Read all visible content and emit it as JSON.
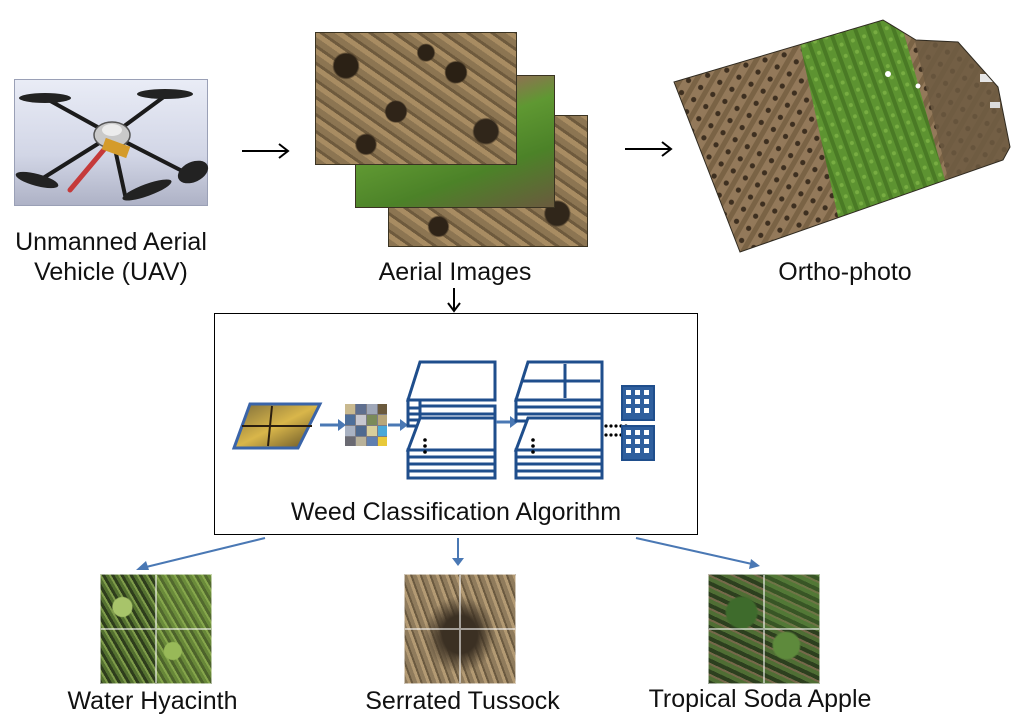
{
  "uav_label_line1": "Unmanned Aerial",
  "uav_label_line2": "Vehicle (UAV)",
  "aerial_label": "Aerial Images",
  "ortho_label": "Ortho-photo",
  "algorithm_label": "Weed Classification Algorithm",
  "classes": [
    {
      "label": "Water Hyacinth"
    },
    {
      "label": "Serrated Tussock"
    },
    {
      "label": "Tropical Soda Apple"
    }
  ],
  "colors": {
    "arrow_black": "#000000",
    "arrow_blue": "#4a78b4",
    "layer_blue": "#1f4e8c",
    "box_border": "#000000"
  }
}
